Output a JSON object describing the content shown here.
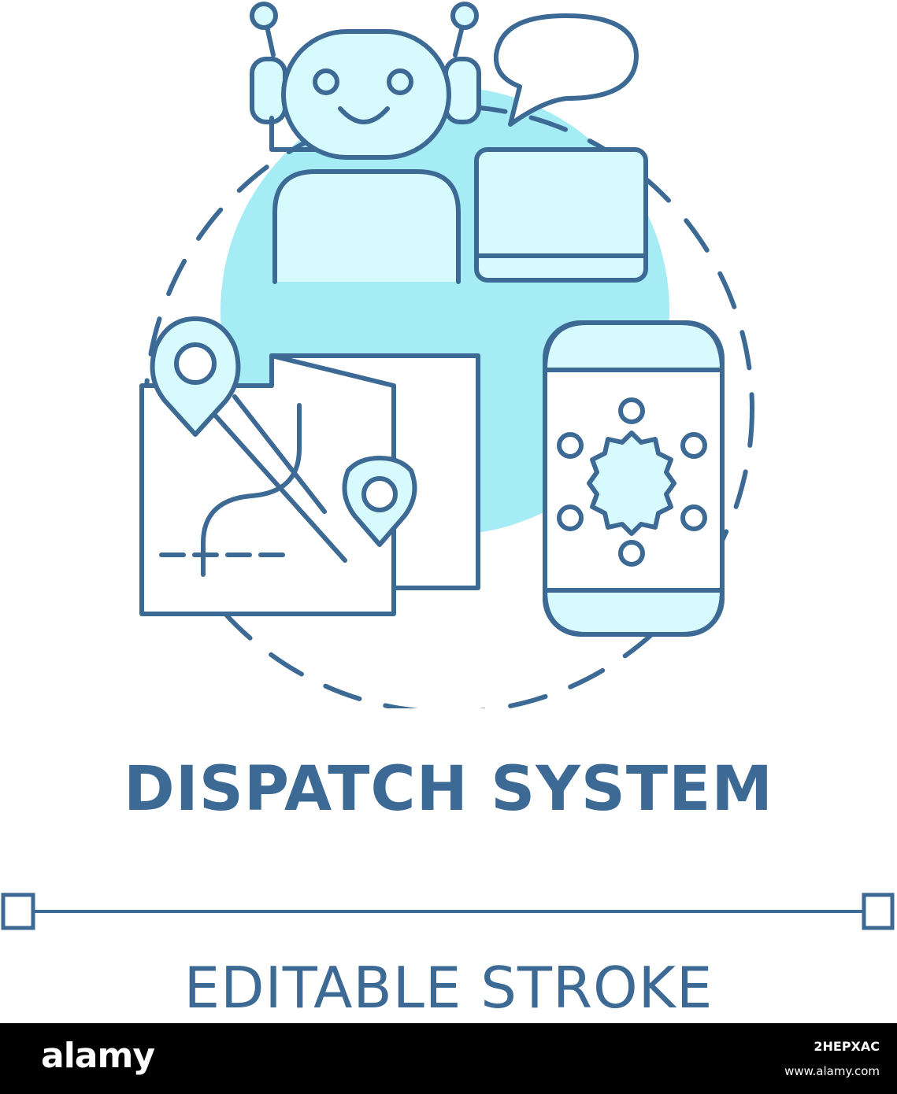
{
  "title": "DISPATCH SYSTEM",
  "subtitle": "EDITABLE STROKE",
  "footer": {
    "logo": "alamy",
    "image_id": "2HEPXAC",
    "site": "www.alamy.com"
  },
  "colors": {
    "stroke": "#3d6a94",
    "fill_light": "#d6fafd",
    "fill_mid": "#a6ecf4",
    "circle_bg": "#a6ecf4"
  },
  "icons": [
    "robot-icon",
    "speech-bubble-icon",
    "laptop-icon",
    "map-icon",
    "location-pin-icon",
    "smartphone-icon",
    "gear-icon"
  ]
}
